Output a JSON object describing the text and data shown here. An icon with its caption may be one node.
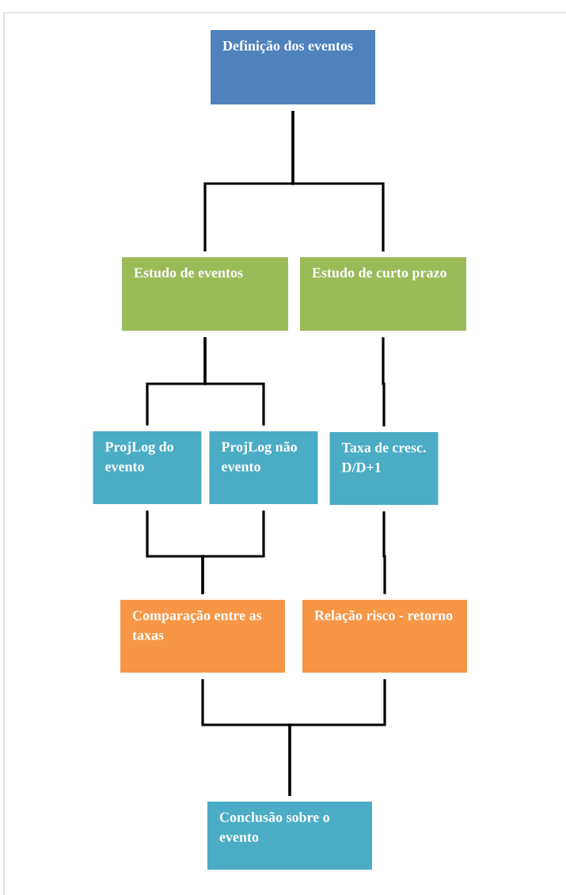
{
  "diagram": {
    "nodes": [
      {
        "text": [
          "Definição dos eventos"
        ]
      },
      {
        "text": [
          "Estudo de eventos"
        ]
      },
      {
        "text": [
          "Estudo de curto prazo"
        ]
      },
      {
        "text": [
          "ProjLog do evento"
        ]
      },
      {
        "text": [
          "ProjLog não evento"
        ]
      },
      {
        "text": [
          "Taxa de cresc. D/D+1"
        ]
      },
      {
        "text": [
          "Comparação entre as taxas"
        ]
      },
      {
        "text": [
          "Relação risco - retorno"
        ]
      },
      {
        "text": [
          "Conclusão sobre o evento"
        ]
      }
    ],
    "edges": [
      {
        "from": 0,
        "to": 1,
        "arrow": "none"
      },
      {
        "from": 0,
        "to": 2,
        "arrow": "none"
      },
      {
        "from": 1,
        "to": 3,
        "arrow": "none"
      },
      {
        "from": 1,
        "to": 4,
        "arrow": "none"
      },
      {
        "from": 2,
        "to": 5,
        "arrow": "none"
      },
      {
        "from": 3,
        "to": 6,
        "arrow": "none"
      },
      {
        "from": 4,
        "to": 6,
        "arrow": "none"
      },
      {
        "from": 5,
        "to": 7,
        "arrow": "none"
      },
      {
        "from": 6,
        "to": 8,
        "arrow": "none"
      },
      {
        "from": 7,
        "to": 8,
        "arrow": "none"
      }
    ]
  }
}
